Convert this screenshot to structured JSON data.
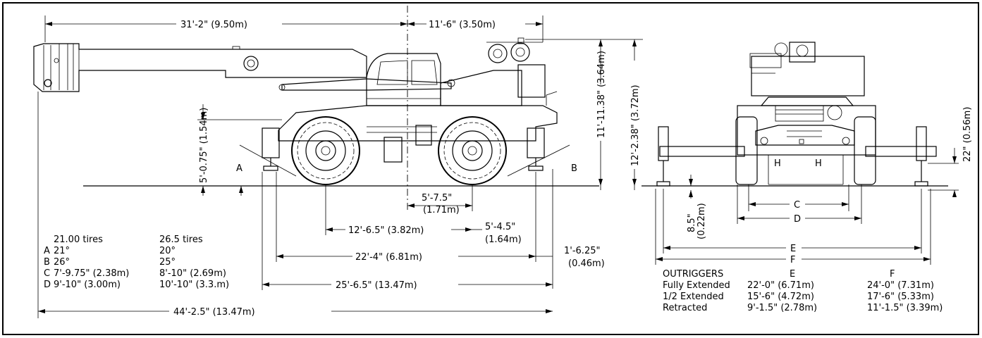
{
  "dimensions": {
    "boom_front": "31'-2\" (9.50m)",
    "rear": "11'-6\" (3.50m)",
    "cab_height": "11'-11.38\" (3.64m)",
    "overall_height": "12'-2.38\" (3.72m)",
    "ground_clearance": "5'-0.75\" (1.54m)",
    "center_rear": "5'-7.5\"",
    "center_rear_m": "(1.71m)",
    "wheelbase": "12'-6.5\" (3.82m)",
    "rear_overhang": "5'-4.5\"",
    "rear_overhang_m": "(1.64m)",
    "outrigger_span": "22'-4\" (6.81m)",
    "pad_offset": "1'-6.25\"",
    "pad_offset_m": "(0.46m)",
    "body_length": "25'-6.5\" (13.47m)",
    "overall_length": "44'-2.5\" (13.47m)",
    "pad_height": "22\" (0.56m)",
    "pad_depth": "8.5\"",
    "pad_depth_m": "(0.22m)"
  },
  "labels": {
    "a": "A",
    "b": "B",
    "c": "C",
    "d": "D",
    "e": "E",
    "f": "F"
  },
  "tire_table": {
    "header_1": "21.00 tires",
    "header_2": "26.5 tires",
    "rows": [
      {
        "key": "A",
        "v1": "21°",
        "v2": "20°"
      },
      {
        "key": "B",
        "v1": "26°",
        "v2": "25°"
      },
      {
        "key": "C",
        "v1": "7'-9.75\" (2.38m)",
        "v2": "8'-10\" (2.69m)"
      },
      {
        "key": "D",
        "v1": "9'-10\" (3.00m)",
        "v2": "10'-10\" (3.3.m)"
      }
    ]
  },
  "outrigger_table": {
    "title": "OUTRIGGERS",
    "col_e": "E",
    "col_f": "F",
    "rows": [
      {
        "label": "Fully Extended",
        "e": "22'-0\" (6.71m)",
        "f": "24'-0\" (7.31m)"
      },
      {
        "label": "1/2 Extended",
        "e": "15'-6\" (4.72m)",
        "f": "17'-6\" (5.33m)"
      },
      {
        "label": "Retracted",
        "e": "9'-1.5\" (2.78m)",
        "f": "11'-1.5\" (3.39m)"
      }
    ]
  }
}
